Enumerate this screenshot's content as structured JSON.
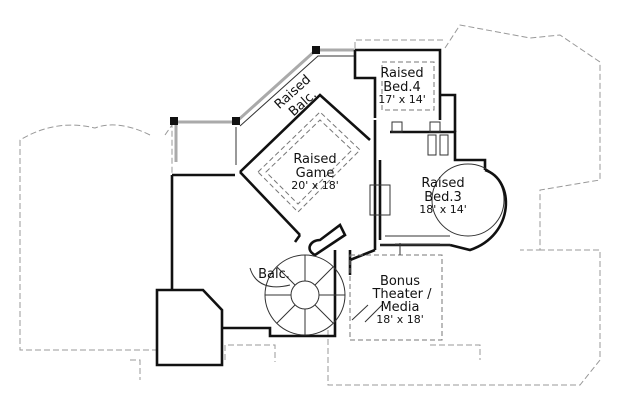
{
  "rooms": {
    "raised_balc": {
      "line1": "Raised",
      "line2": "Balc."
    },
    "raised_bed4": {
      "line1": "Raised",
      "line2": "Bed.4",
      "dim": "17' x 14'"
    },
    "raised_game": {
      "line1": "Raised",
      "line2": "Game",
      "dim": "20' x 18'"
    },
    "raised_bed3": {
      "line1": "Raised",
      "line2": "Bed.3",
      "dim": "18' x 14'"
    },
    "balc": {
      "line1": "Balc."
    },
    "bonus": {
      "line1": "Bonus",
      "line2": "Theater /",
      "line3": "Media",
      "dim": "18' x 18'"
    }
  }
}
